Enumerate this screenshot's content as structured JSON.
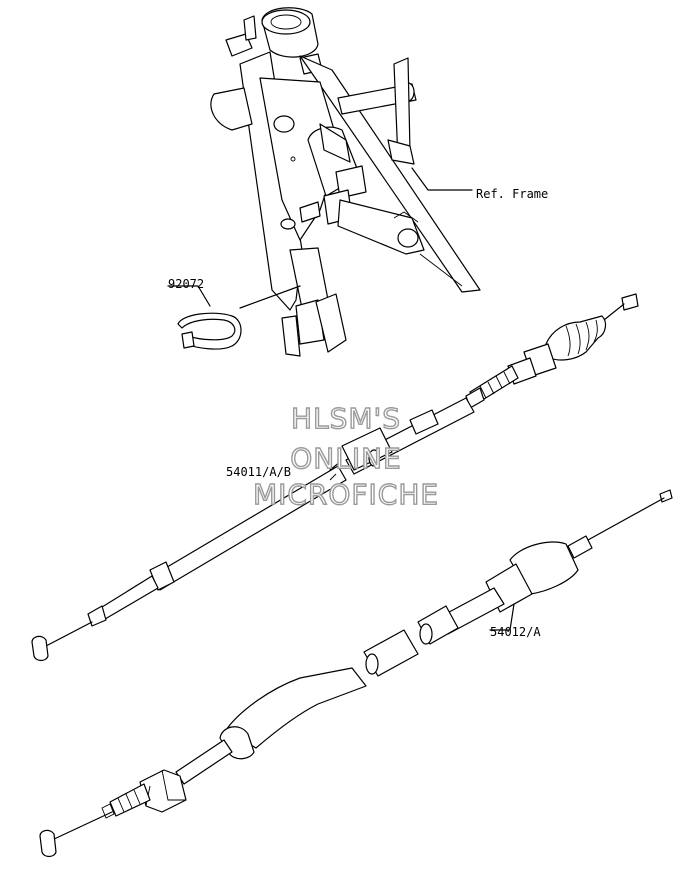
{
  "labels": {
    "ref_frame": "Ref. Frame",
    "part_92072": "92072",
    "part_54011": "54011/A/B",
    "part_54012": "54012/A"
  },
  "watermark": {
    "line1": "HLSM'S",
    "line2": "ONLINE",
    "line3": "MICROFICHE"
  }
}
